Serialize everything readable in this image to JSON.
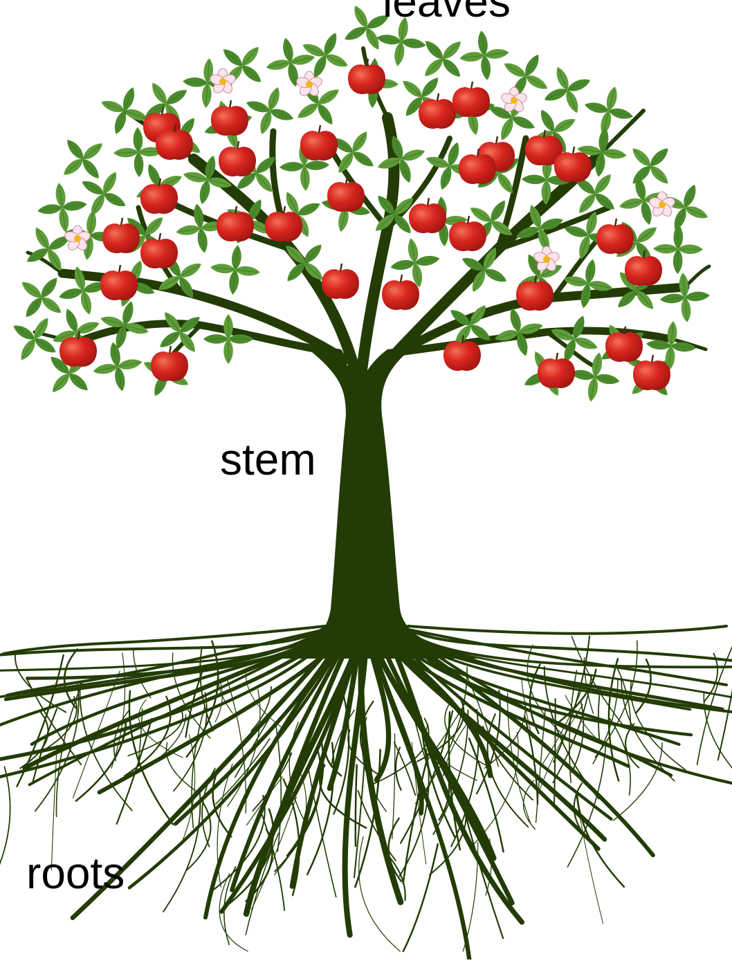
{
  "diagram": {
    "labels": {
      "leaves": "leaves",
      "stem": "stem",
      "roots": "roots"
    },
    "colors": {
      "trunk": "#233c05",
      "leaf": "#5e9c3a",
      "leaf_dark": "#4a8a2c",
      "fruit": "#d7261e",
      "fruit_highlight": "#f26b52",
      "flower": "#fbe4ec",
      "flower_center": "#f2b418",
      "label_text": "#000000"
    },
    "icons": {
      "fruit": "apple-icon",
      "flower": "blossom-icon",
      "leaf": "leaf-icon"
    }
  }
}
